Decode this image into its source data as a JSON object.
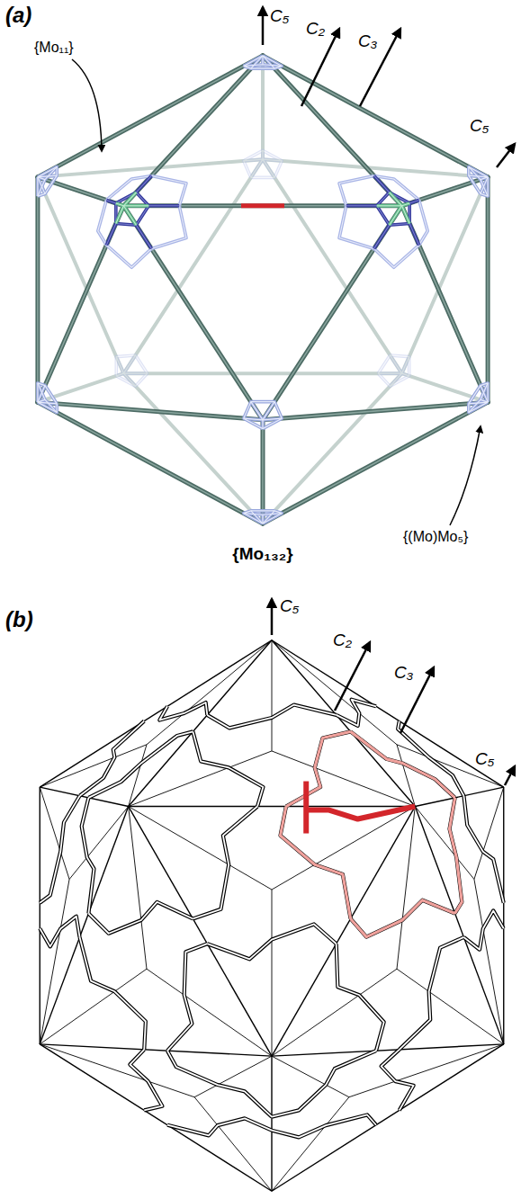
{
  "diagram": {
    "labels": [
      "(a)",
      "C₅",
      "{Mo₁₁}",
      "C₂",
      "C₃",
      "C₅",
      "{(Mo)Mo₅}",
      "{Mo₁₃₂}",
      "(b)",
      "C₅",
      "C₂",
      "C₃",
      "C₅"
    ]
  }
}
